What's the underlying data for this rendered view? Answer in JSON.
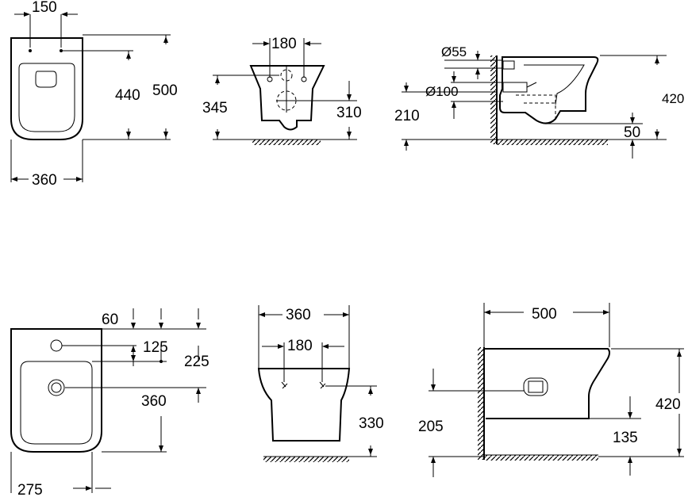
{
  "views": {
    "toilet_top": {
      "dims": {
        "hole_spacing": "150",
        "seat_length": "440",
        "total_length": "500",
        "width": "360"
      }
    },
    "toilet_front": {
      "dims": {
        "fixing_spacing": "180",
        "height_345": "345",
        "height_310": "310"
      }
    },
    "toilet_side": {
      "dims": {
        "inlet_diameter": "Ø55",
        "outlet_diameter": "Ø100",
        "outlet_height": "210",
        "height": "420",
        "rim_offset": "50"
      }
    },
    "bidet_top": {
      "dims": {
        "tap_offset": "60",
        "tap_to_waste": "125",
        "tap_position": "225",
        "waste_to_front": "360",
        "half_width": "275"
      }
    },
    "bidet_front": {
      "dims": {
        "width": "360",
        "fixing_spacing": "180",
        "height": "330"
      }
    },
    "bidet_side": {
      "dims": {
        "length": "500",
        "height": "420",
        "inlet_height": "205",
        "rim_offset": "135"
      }
    }
  }
}
